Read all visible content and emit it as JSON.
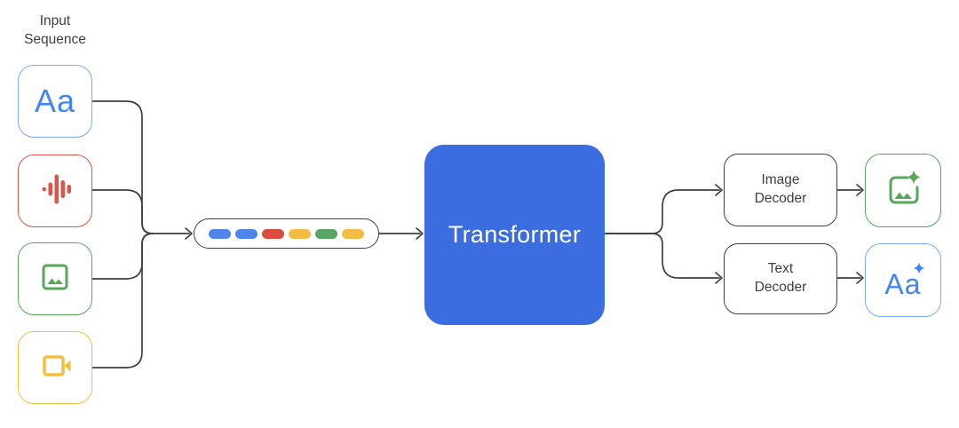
{
  "colors": {
    "line": "#3C4043",
    "ink": "#3C4043",
    "blue": "#4285F4",
    "blue_border": "#7BAAF7",
    "transformer_fill": "#3B6DE1",
    "red": "#DF5448",
    "green": "#58A55C",
    "yellow": "#F5BE3C"
  },
  "input_section": {
    "label": "Input\nSequence",
    "items": [
      {
        "name": "text-input",
        "symbol": "Aa",
        "color": "#4285F4"
      },
      {
        "name": "audio-input",
        "icon": "audio-waveform-icon",
        "color": "#DF5448"
      },
      {
        "name": "image-input",
        "icon": "image-icon",
        "color": "#58A55C"
      },
      {
        "name": "video-input",
        "icon": "video-camera-icon",
        "color": "#F5BE3C"
      }
    ]
  },
  "token_strip": {
    "tokens": [
      "#5086EC",
      "#5086EC",
      "#DB4B40",
      "#F2BD42",
      "#57A564",
      "#F2BD42"
    ]
  },
  "transformer": {
    "label": "Transformer"
  },
  "decoders": [
    {
      "name": "image-decoder",
      "label": "Image\nDecoder"
    },
    {
      "name": "text-decoder",
      "label": "Text\nDecoder"
    }
  ],
  "outputs": [
    {
      "name": "generated-image-output",
      "icon": "generated-image-icon",
      "color": "#58A55C"
    },
    {
      "name": "generated-text-output",
      "symbol": "Aa",
      "icon": "sparkle-icon",
      "color": "#4285F4"
    }
  ]
}
